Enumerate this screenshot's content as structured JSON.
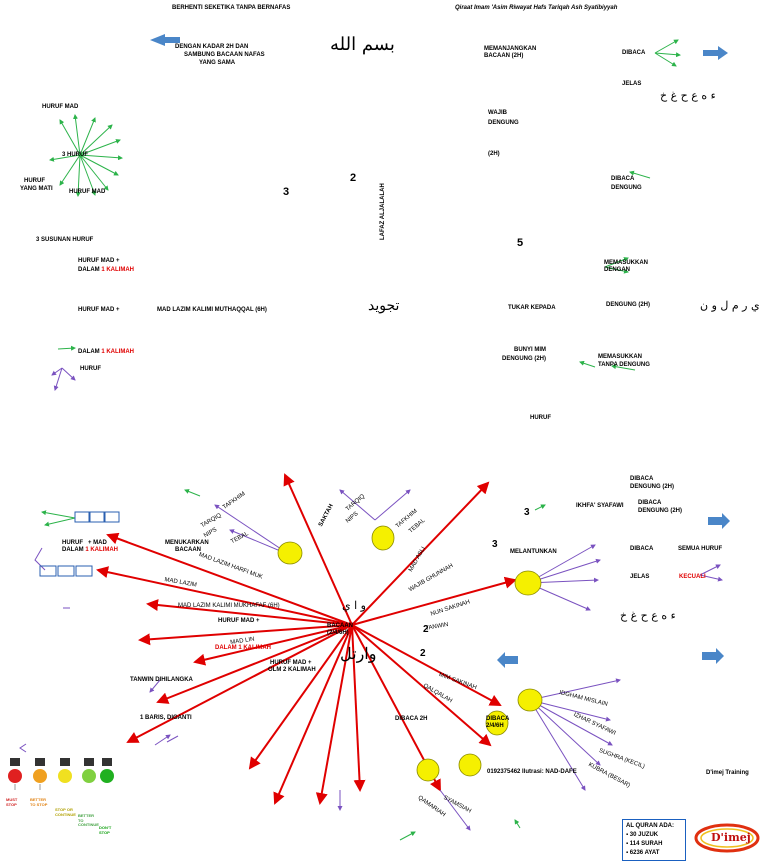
{
  "top": {
    "title_left": "BERHENTI SEKETIKA TANPA BERNAFAS",
    "title_right": "Qiraat Imam 'Asim Riwayat Hafs Tariqah Ash Syatibiyyah",
    "kadar": [
      "DENGAN KADAR 2H DAN",
      "SAMBUNG BACAAN NAFAS",
      "YANG SAMA"
    ],
    "huruf_mad": "HURUF MAD",
    "three_huruf": "3 HURUF",
    "huruf_yang_mati": [
      "HURUF",
      "YANG MATI"
    ],
    "huruf_mad_2": "HURUF MAD",
    "num_3": "3",
    "num_2": "2",
    "num_5": "5",
    "lafaz": "LAFAZ ALJALALAH",
    "susunan": "3 SUSUNAN HURUF",
    "huruf_mad_dalam": [
      "HURUF  MAD +",
      "DALAM "
    ],
    "satu_kalimah": "1 KALIMAH",
    "huruf_mad_plus": "HURUF  MAD +",
    "mad_lazim": "MAD LAZIM KALIMI MUTHAQQAL (6H)",
    "dalam": "DALAM ",
    "huruf": "HURUF",
    "memanjangkan": [
      "MEMANJANGKAN",
      "BACAAN (2H)"
    ],
    "dibaca": "DIBACA",
    "jelas": "JELAS",
    "wajib": [
      "WAJIB",
      "DENGUNG"
    ],
    "dua_h": "(2H)",
    "dibaca_dengung": [
      "DIBACA",
      "DENGUNG"
    ],
    "memasukkan": [
      "MEMASUKKAN",
      "DENGAN"
    ],
    "dengung_2h": "DENGUNG (2H)",
    "tukar": "TUKAR KEPADA",
    "bunyi": [
      "BUNYI MIM",
      "DENGUNG (2H)"
    ],
    "memasukkan_tanpa": [
      "MEMASUKKAN",
      "TANPA DENGUNG"
    ],
    "huruf_bottom": "HURUF"
  },
  "bottom": {
    "menukarkan": [
      "MENUKARKAN",
      "BACAAN"
    ],
    "huruf_mad_dalam": [
      "HURUF",
      "+ MAD",
      "DALAM "
    ],
    "satu_kalimah": "1 KALIMAH",
    "saktah": "SAKTAH",
    "tarqiq": "TARQIQ",
    "tafkhim": "TAFKHIM",
    "nips": "NIPS",
    "tebal": "TEBAL",
    "mad_lazim_harfi": "MAD LAZIM HARFI MUK",
    "mad_lazim_kalimi": "MAD LAZIM KALIMI MUKHAFAF (6H)",
    "huruf_mad_plus": "HURUF MAD +",
    "mad_lin": "MAD LIN",
    "dalam_1_kalimah": "DALAM 1 KALIMAH",
    "bacaan": [
      "BACAAN",
      "(2/4/6H)"
    ],
    "huruf_mad_olm": [
      "HURUF MAD +",
      "OLM 2 KALIMAH"
    ],
    "tanwin": "TANWIN DIHILANGKA",
    "satu_baris": "1 BARIS, DIGANTI",
    "mad_asli": "MAD ASLI",
    "wajib_ghunnah": "WAJIB GHUNNAH",
    "nun_sakinah": "NUN SAKINAH",
    "tanwin2": "TANWIN",
    "melantunkan": "MELANTUNKAN",
    "ikhfa_syafawi": "IKHFA' SYAFAWI",
    "idgham_mislain": "IDGHAM MISLAIN",
    "izhar_syafawi": "IZHAR SYAFAWI",
    "mim_sakinah": "MIM SAKINAH",
    "qalqalah": "QALQALAH",
    "dibaca_2h": "DIBACA 2H",
    "dibaca_246": [
      "DIBACA",
      "2/4/6H"
    ],
    "sughra": "SUGHRA (KECIL)",
    "kubra": "KUBRA (BESAR)",
    "qamariah": "QAMARIAH",
    "syamsiah": "SYAMSIAH",
    "dibaca_dengung_2h": [
      "DIBACA",
      "DENGUNG (2H)"
    ],
    "dibaca_dengung_2h_b": [
      "DIBACA",
      "DENGUNG (2H)"
    ],
    "dibaca": "DIBACA",
    "semua_huruf": "SEMUA HURUF",
    "jelas": "JELAS",
    "kecuali": "KECUALI",
    "num_3": "3",
    "num_2a": "2",
    "num_2b": "2",
    "num_3b": "3",
    "phone": "0192375462 Ilutrasi: NAD-DAFE",
    "dimej_training": "D'imej Training",
    "traffic": [
      "MUST STOP",
      "BETTER TO STOP",
      "STOP OR CONTINUE",
      "BETTER TO CONTINUE",
      "DON'T STOP"
    ],
    "legend_title": "AL QURAN ADA:",
    "legend_items": [
      "30 JUZUK",
      "114 SURAH",
      "6236 AYAT"
    ],
    "logo": "D'imej"
  },
  "colors": {
    "red": "#e00000",
    "green": "#2cb34a",
    "purple": "#7a52c0",
    "blue": "#4a86c8",
    "yellow": "#f5f000"
  }
}
